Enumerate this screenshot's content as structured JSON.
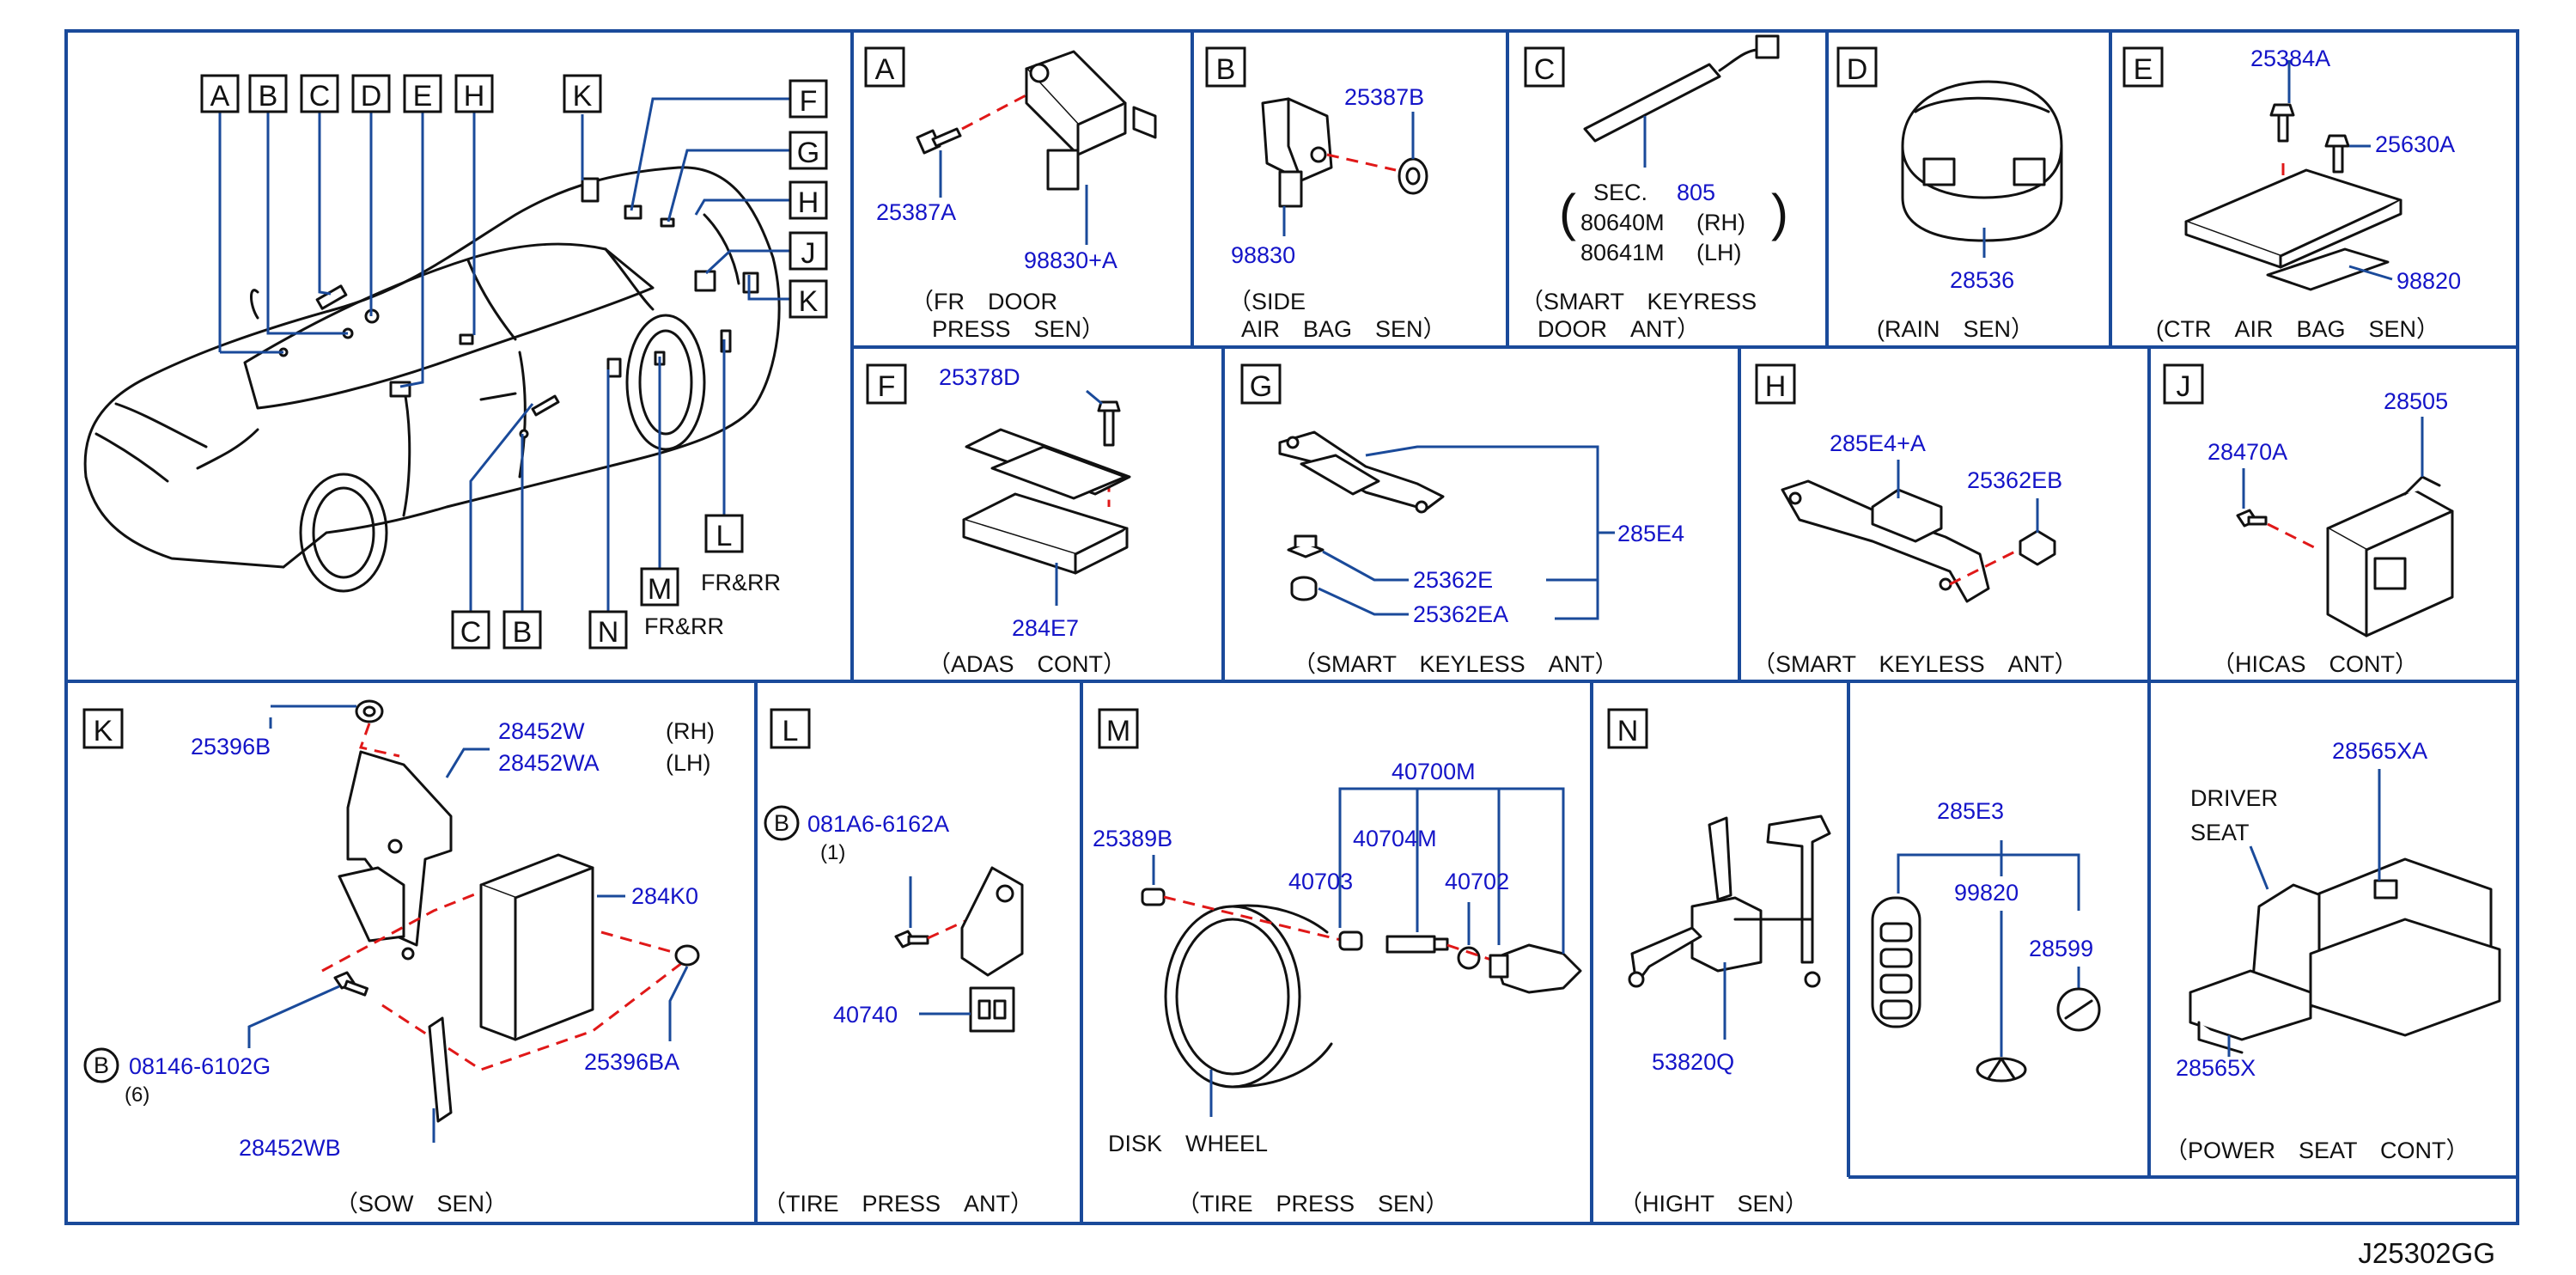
{
  "drawing_code": "J25302GG",
  "overview": {
    "top_labels": [
      "A",
      "B",
      "C",
      "D",
      "E",
      "H"
    ],
    "k_label": "K",
    "right_labels": [
      "F",
      "G",
      "H",
      "J",
      "K"
    ],
    "bottom_labels": [
      "C",
      "B",
      "N",
      "M",
      "L"
    ],
    "fr_rr_1": "FR&RR",
    "fr_rr_2": "FR&RR"
  },
  "panels": {
    "A": {
      "letter": "A",
      "parts": [
        "25387A",
        "98830+A"
      ],
      "caption_1": "（FR　DOOR",
      "caption_2": "PRESS　SEN）"
    },
    "B": {
      "letter": "B",
      "parts": [
        "25387B",
        "98830"
      ],
      "caption_1": "（SIDE",
      "caption_2": "AIR　BAG　SEN）"
    },
    "C": {
      "letter": "C",
      "sec_label": "SEC.",
      "sec_num": "805",
      "rh_num": "80640M",
      "rh": "(RH)",
      "lh_num": "80641M",
      "lh": "(LH)",
      "caption_1": "（SMART　KEYRESS",
      "caption_2": "DOOR　ANT）"
    },
    "D": {
      "letter": "D",
      "parts": [
        "28536"
      ],
      "caption": "(RAIN　SEN）"
    },
    "E": {
      "letter": "E",
      "parts": [
        "25384A",
        "25630A",
        "98820"
      ],
      "caption": "(CTR　AIR　BAG　SEN）"
    },
    "F": {
      "letter": "F",
      "parts": [
        "25378D",
        "284E7"
      ],
      "caption": "（ADAS　CONT）"
    },
    "G": {
      "letter": "G",
      "parts": [
        "285E4",
        "25362E",
        "25362EA"
      ],
      "caption": "（SMART　KEYLESS　ANT）"
    },
    "H": {
      "letter": "H",
      "parts": [
        "285E4+A",
        "25362EB"
      ],
      "caption": "（SMART　KEYLESS　ANT）"
    },
    "J": {
      "letter": "J",
      "parts": [
        "28505",
        "28470A"
      ],
      "caption": "（HICAS　CONT）"
    },
    "K": {
      "letter": "K",
      "parts": [
        "25396B",
        "28452W",
        "28452WA",
        "284K0",
        "25396BA",
        "28452WB"
      ],
      "rh": "(RH)",
      "lh": "(LH)",
      "bolt_mark": "B",
      "bolt_part": "08146-6102G",
      "bolt_qty": "(6)",
      "caption": "（SOW　SEN）"
    },
    "L": {
      "letter": "L",
      "bolt_mark": "B",
      "bolt_part": "081A6-6162A",
      "bolt_qty": "(1)",
      "parts": [
        "40740"
      ],
      "caption": "（TIRE　PRESS　ANT）"
    },
    "M": {
      "letter": "M",
      "parts": [
        "40700M",
        "25389B",
        "40703",
        "40704M",
        "40702"
      ],
      "disk_label": "DISK　WHEEL",
      "caption": "（TIRE　PRESS　SEN）"
    },
    "N": {
      "letter": "N",
      "parts": [
        "53820Q"
      ],
      "caption": "（HIGHT　SEN）"
    },
    "KEY": {
      "parts": [
        "285E3",
        "99820",
        "28599"
      ]
    },
    "SEAT": {
      "parts": [
        "28565XA",
        "28565X"
      ],
      "driver_1": "DRIVER",
      "driver_2": "SEAT",
      "caption": "（POWER　SEAT　CONT）"
    }
  }
}
